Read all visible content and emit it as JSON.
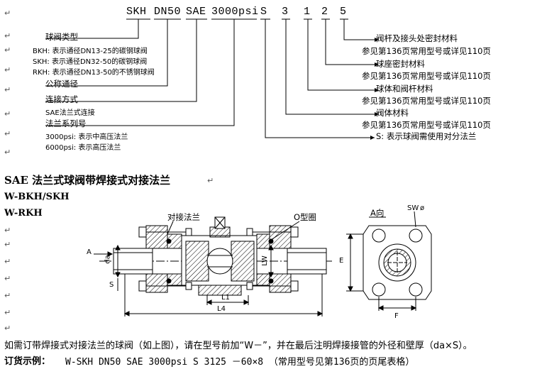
{
  "model": {
    "codes": [
      "SKH",
      "DN50",
      "SAE",
      "3000psi",
      "S",
      "3",
      "1",
      "2",
      "5"
    ]
  },
  "left_labels": {
    "ball_valve_type": "球阀类型",
    "bkh": "BKH: 表示通径DN13-25的碳钢球阀",
    "skh": "SKH: 表示通径DN32-50的碳钢球阀",
    "rkh": "RKH: 表示通径DN13-50的不锈钢球阀",
    "nominal": "公称通径",
    "connection": "连接方式",
    "sae_conn": "SAE法兰式连接",
    "series": "法兰系列号",
    "psi3000": "3000psi: 表示中高压法兰",
    "psi6000": "6000psi: 表示高压法兰"
  },
  "right_labels": {
    "stem_seal": "阀杆及接头处密封材料",
    "ref1": "参见第136页常用型号或详见110页",
    "seat_seal": "球座密封材料",
    "ref2": "参见第136页常用型号或详见110页",
    "ball_material": "球体和阀杆材料",
    "ref3": "参见第136页常用型号或详见110页",
    "body_material": "阀体材料",
    "ref4": "参见第136页常用型号或详见110页",
    "s_note": "S: 表示球阀需使用对分法兰"
  },
  "section": {
    "title": "SAE 法兰式球阀带焊接式对接法兰",
    "sub1": "W-BKH/SKH",
    "sub2": "W-RKH"
  },
  "drawing": {
    "flange_label": "对接法兰",
    "oring_label": "O型圈",
    "a_view": "A向",
    "sw": "SW",
    "dim_A": "A",
    "dim_da": "da",
    "dim_S": "S",
    "dim_LW": "LW",
    "dim_L1": "L1",
    "dim_L4": "L4",
    "dim_E": "E",
    "dim_F": "F"
  },
  "footer": {
    "note": "如需订带焊接式对接法兰的球阀（如上图），请在型号前加“W－”，并在最后注明焊接接管的外径和壁厚（da×S）。",
    "order_label": "订货示例：",
    "order_text": "W-SKH DN50 SAE 3000psi S 3125 －60×8  （常用型号见第136页的页尾表格）"
  }
}
